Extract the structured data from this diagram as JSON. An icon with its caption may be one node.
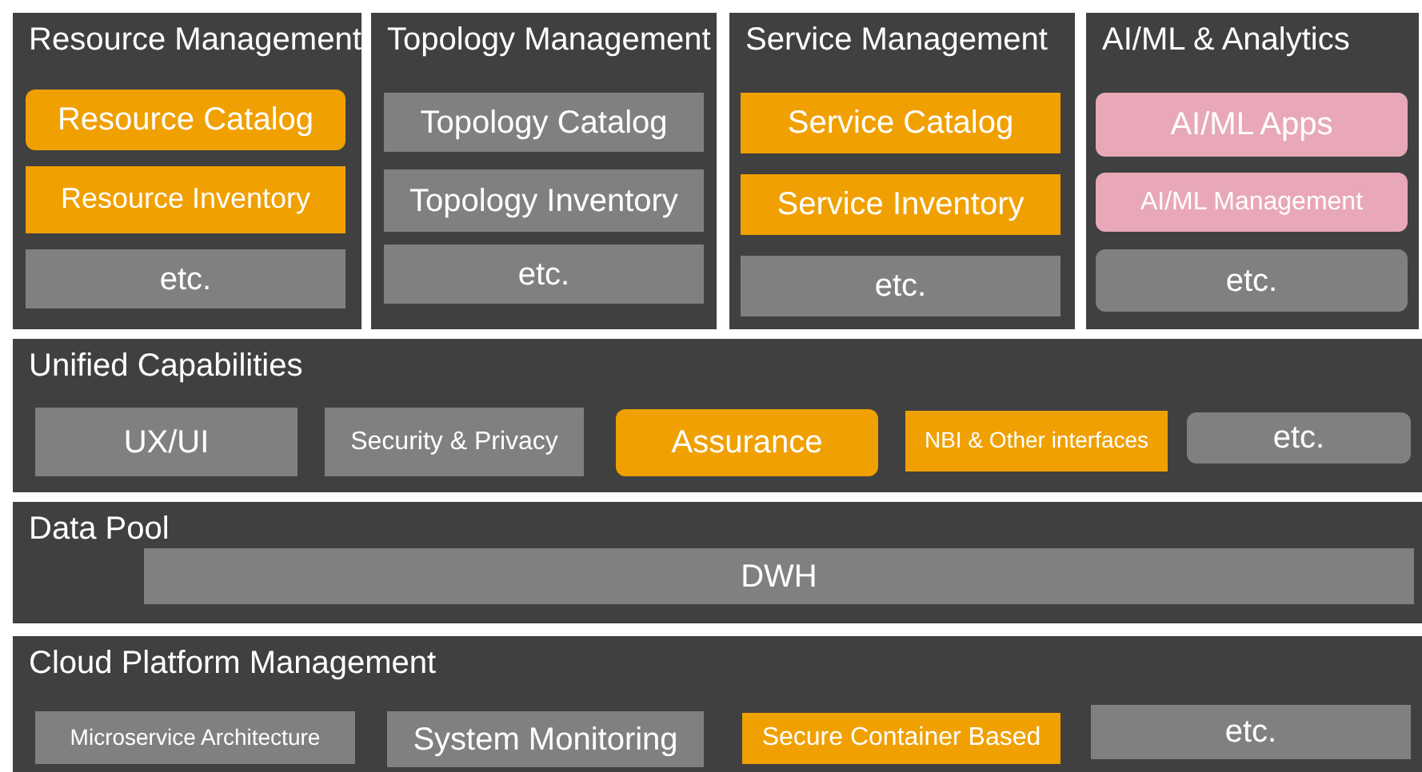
{
  "diagram": {
    "nodes": [
      {
        "text": [
          "Resource Management"
        ]
      },
      {
        "text": [
          "Resource Catalog"
        ],
        "in": 0
      },
      {
        "text": [
          "Resource Inventory"
        ],
        "in": 0
      },
      {
        "text": [
          "etc."
        ],
        "in": 0
      },
      {
        "text": [
          "Topology Management"
        ]
      },
      {
        "text": [
          "Topology Catalog"
        ],
        "in": 4
      },
      {
        "text": [
          "Topology Inventory"
        ],
        "in": 4
      },
      {
        "text": [
          "etc."
        ],
        "in": 4
      },
      {
        "text": [
          "Service Management"
        ]
      },
      {
        "text": [
          "Service Catalog"
        ],
        "in": 8
      },
      {
        "text": [
          "Service Inventory"
        ],
        "in": 8
      },
      {
        "text": [
          "etc."
        ],
        "in": 8
      },
      {
        "text": [
          "AI/ML & Analytics"
        ]
      },
      {
        "text": [
          "AI/ML Apps"
        ],
        "in": 12
      },
      {
        "text": [
          "AI/ML Management"
        ],
        "in": 12
      },
      {
        "text": [
          "etc."
        ],
        "in": 12
      },
      {
        "text": [
          "Unified Capabilities"
        ]
      },
      {
        "text": [
          "UX/UI"
        ],
        "in": 16
      },
      {
        "text": [
          "Security & Privacy"
        ],
        "in": 16
      },
      {
        "text": [
          "Assurance"
        ],
        "in": 16
      },
      {
        "text": [
          "NBI & Other interfaces"
        ],
        "in": 16
      },
      {
        "text": [
          "etc."
        ],
        "in": 16
      },
      {
        "text": [
          "Data Pool"
        ]
      },
      {
        "text": [
          "DWH"
        ],
        "in": 22
      },
      {
        "text": [
          "Cloud Platform Management"
        ]
      },
      {
        "text": [
          "Microservice Architecture"
        ],
        "in": 24
      },
      {
        "text": [
          "System Monitoring"
        ],
        "in": 24
      },
      {
        "text": [
          "Secure Container Based"
        ],
        "in": 24
      },
      {
        "text": [
          "etc."
        ],
        "in": 24
      }
    ],
    "edges": []
  }
}
